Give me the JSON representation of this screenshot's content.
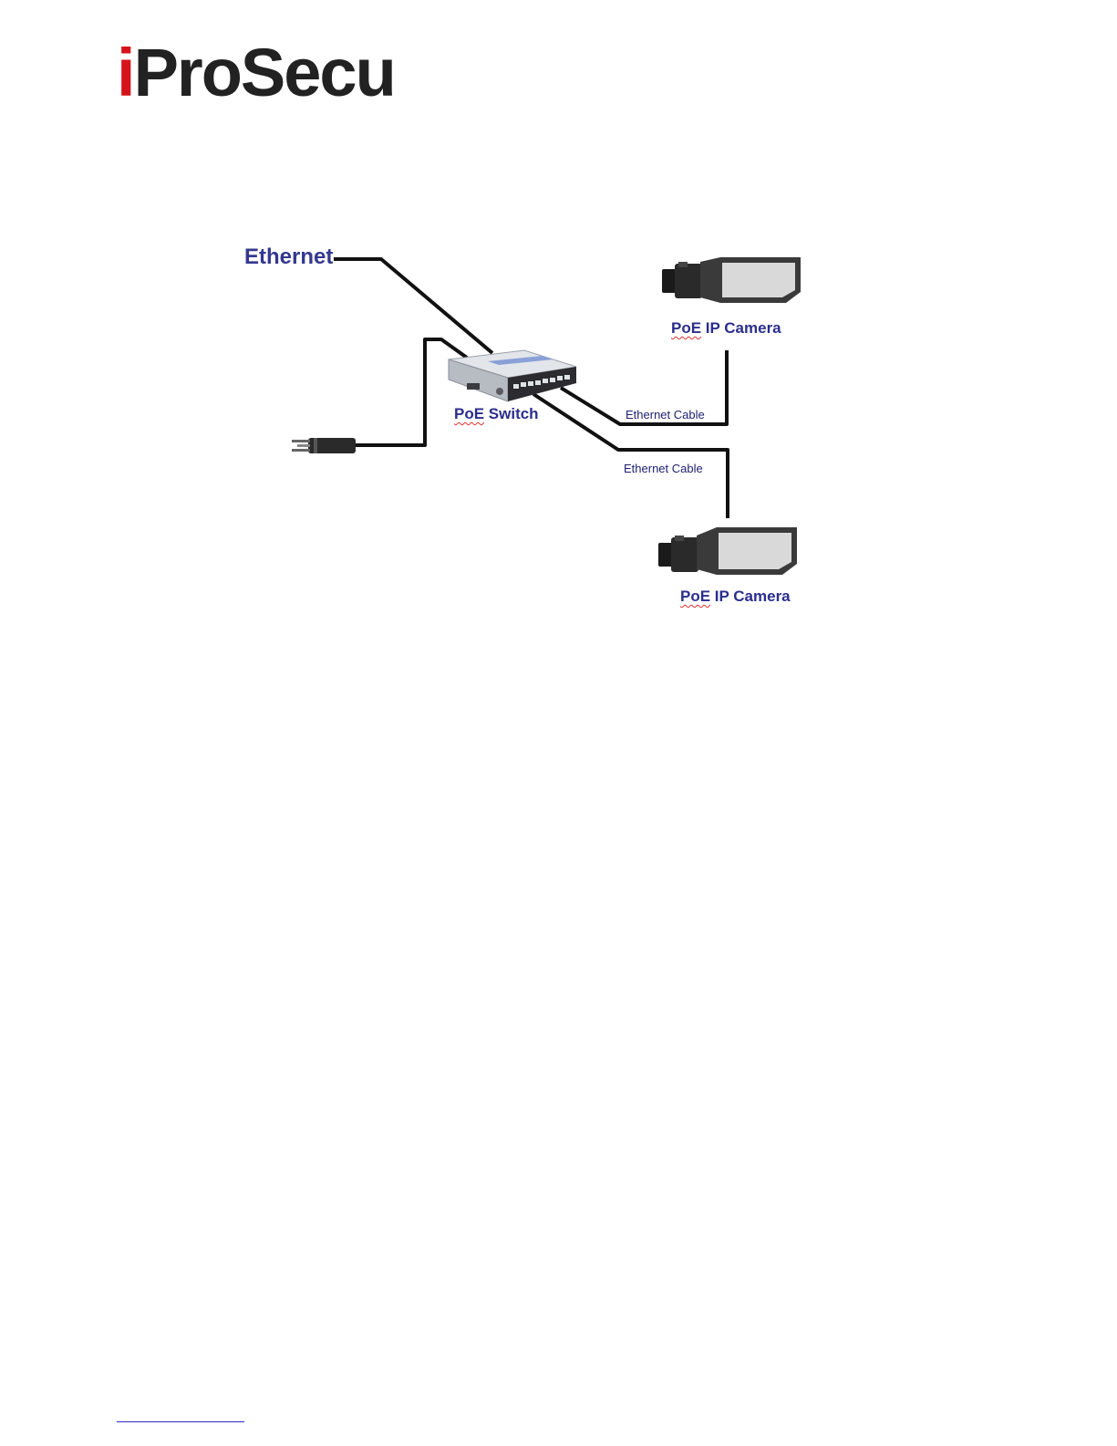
{
  "logo": {
    "first": "i",
    "rest": "ProSecu"
  },
  "diagram": {
    "ethernet_label": "Ethernet",
    "switch_label": {
      "prefix": "PoE",
      "suffix": " Switch"
    },
    "camera_top": {
      "prefix": "PoE",
      "suffix": " IP Camera"
    },
    "camera_bottom": {
      "prefix": "PoE",
      "suffix": " IP Camera"
    },
    "cable_top": "Ethernet Cable",
    "cable_bottom": "Ethernet Cable"
  },
  "colors": {
    "logo_red": "#d6121b",
    "logo_black": "#222222",
    "label_navy": "#2b2e8c",
    "cable": "#111111"
  }
}
